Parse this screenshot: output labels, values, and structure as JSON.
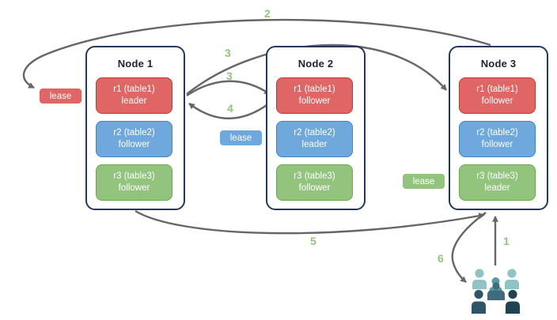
{
  "nodes": [
    {
      "title": "Node 1",
      "replicas": [
        {
          "name": "r1 (table1)",
          "role": "leader",
          "color": "red"
        },
        {
          "name": "r2 (table2)",
          "role": "follower",
          "color": "blue"
        },
        {
          "name": "r3 (table3)",
          "role": "follower",
          "color": "green"
        }
      ]
    },
    {
      "title": "Node 2",
      "replicas": [
        {
          "name": "r1 (table1)",
          "role": "follower",
          "color": "red"
        },
        {
          "name": "r2 (table2)",
          "role": "leader",
          "color": "blue"
        },
        {
          "name": "r3 (table3)",
          "role": "follower",
          "color": "green"
        }
      ]
    },
    {
      "title": "Node 3",
      "replicas": [
        {
          "name": "r1 (table1)",
          "role": "follower",
          "color": "red"
        },
        {
          "name": "r2 (table2)",
          "role": "follower",
          "color": "blue"
        },
        {
          "name": "r3 (table3)",
          "role": "leader",
          "color": "green"
        }
      ]
    }
  ],
  "leases": [
    {
      "label": "lease",
      "color": "red"
    },
    {
      "label": "lease",
      "color": "blue"
    },
    {
      "label": "lease",
      "color": "green"
    }
  ],
  "steps": {
    "client_to_node3": "1",
    "node3_to_lease": "2",
    "leader_to_node3": "3",
    "leader_to_node2": "3",
    "node2_to_leader": "4",
    "node1_to_node3": "5",
    "node3_to_client": "6"
  },
  "icons": {
    "users": "user-group"
  },
  "theme": {
    "red_fill": "#e06666",
    "red_border": "#c0392b",
    "blue_fill": "#6fa8dc",
    "blue_border": "#3d85c6",
    "green_fill": "#93c47d",
    "green_border": "#6aa84f",
    "node_border": "#24385b",
    "title_color": "#1b2430",
    "arrow_color": "#666666",
    "step_color": "#93c47d",
    "users_light": "#8fc4c6",
    "users_mid": "#549aa8",
    "users_mid_dark": "#3f6b7c",
    "users_dark": "#2d5468",
    "users_darker": "#1e4454"
  }
}
